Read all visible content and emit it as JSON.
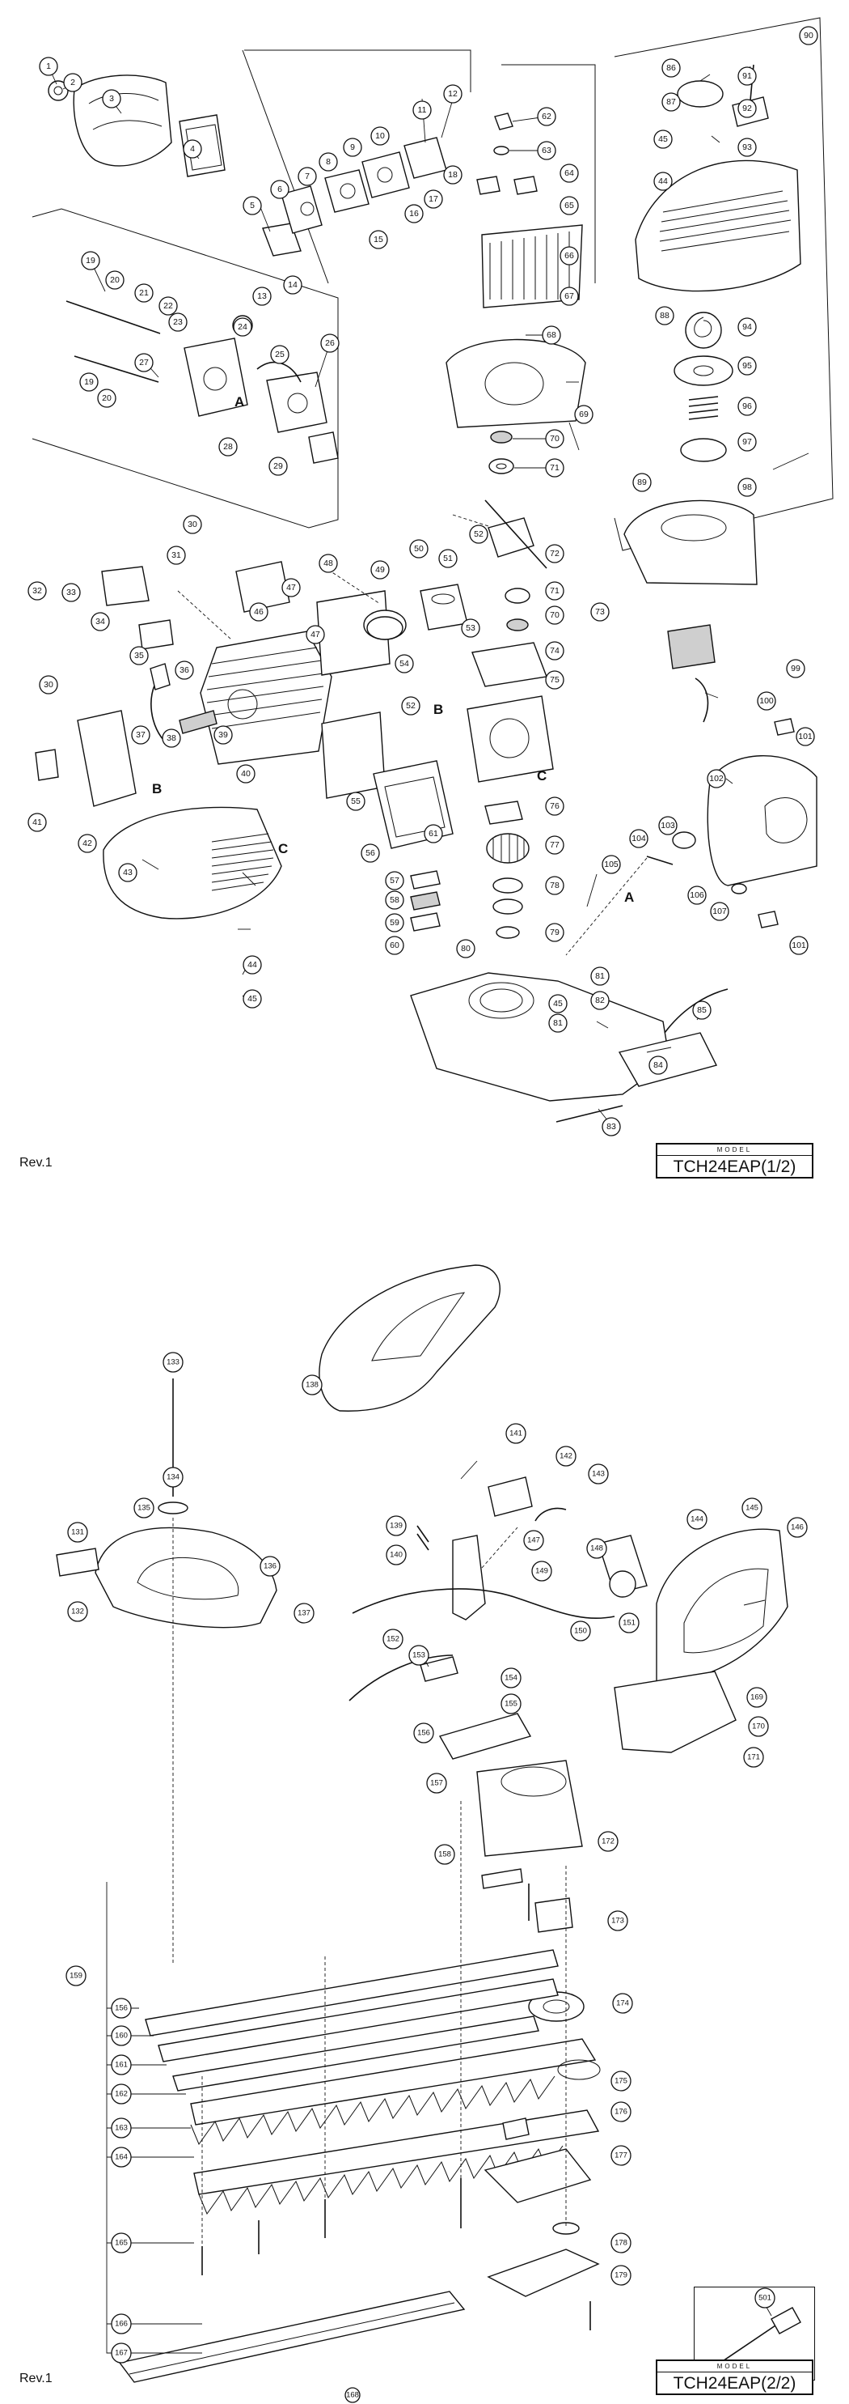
{
  "sheets": [
    {
      "revision": "Rev.1",
      "model_caption": "MODEL",
      "model": "TCH24EAP(1/2)",
      "reference_letters": [
        "A",
        "A",
        "B",
        "B",
        "C",
        "C"
      ],
      "parts": [
        "1",
        "2",
        "3",
        "4",
        "5",
        "6",
        "7",
        "8",
        "9",
        "10",
        "11",
        "12",
        "13",
        "14",
        "15",
        "16",
        "17",
        "18",
        "19",
        "19",
        "20",
        "20",
        "21",
        "22",
        "23",
        "24",
        "25",
        "26",
        "27",
        "28",
        "29",
        "30",
        "30",
        "31",
        "32",
        "33",
        "34",
        "35",
        "36",
        "37",
        "38",
        "39",
        "40",
        "41",
        "42",
        "43",
        "44",
        "44",
        "45",
        "45",
        "45",
        "46",
        "47",
        "47",
        "48",
        "49",
        "50",
        "51",
        "52",
        "52",
        "53",
        "54",
        "55",
        "56",
        "57",
        "58",
        "59",
        "60",
        "61",
        "62",
        "63",
        "64",
        "65",
        "66",
        "67",
        "68",
        "69",
        "70",
        "70",
        "71",
        "71",
        "72",
        "73",
        "74",
        "75",
        "76",
        "77",
        "78",
        "79",
        "80",
        "81",
        "81",
        "82",
        "83",
        "84",
        "85",
        "86",
        "87",
        "88",
        "89",
        "90",
        "91",
        "92",
        "93",
        "94",
        "95",
        "96",
        "97",
        "98",
        "99",
        "100",
        "101",
        "101",
        "102",
        "103",
        "104",
        "105",
        "106",
        "107"
      ]
    },
    {
      "revision": "Rev.1",
      "model_caption": "MODEL",
      "model": "TCH24EAP(2/2)",
      "parts": [
        "131",
        "132",
        "133",
        "134",
        "135",
        "136",
        "137",
        "138",
        "139",
        "140",
        "141",
        "142",
        "143",
        "144",
        "145",
        "146",
        "147",
        "148",
        "149",
        "150",
        "151",
        "152",
        "153",
        "154",
        "155",
        "156",
        "156",
        "157",
        "158",
        "159",
        "160",
        "161",
        "162",
        "163",
        "164",
        "165",
        "166",
        "167",
        "168",
        "169",
        "170",
        "171",
        "172",
        "173",
        "174",
        "175",
        "176",
        "177",
        "178",
        "179",
        "501"
      ]
    }
  ]
}
